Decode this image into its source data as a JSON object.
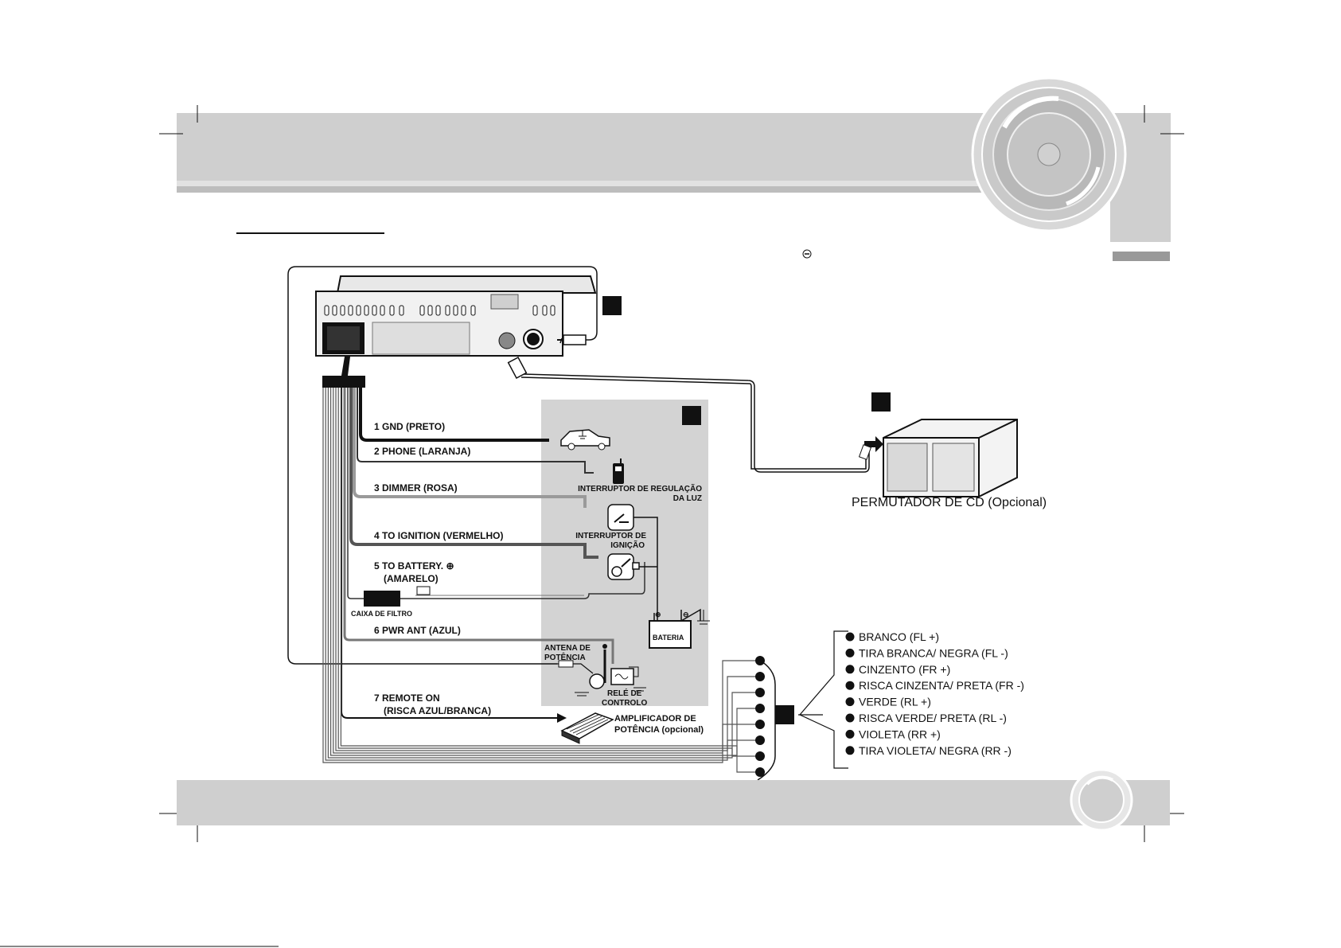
{
  "wires": {
    "w1": "1 GND (PRETO)",
    "w2": "2 PHONE (LARANJA)",
    "w3": "3 DIMMER (ROSA)",
    "w4": "4 TO IGNITION (VERMELHO)",
    "w5a": "5 TO BATTERY. ⊕",
    "w5b": "(AMARELO)",
    "w6": "6 PWR ANT (AZUL)",
    "w7a": "7 REMOTE ON",
    "w7b": "(RISCA AZUL/BRANCA)"
  },
  "components": {
    "filter_box": "CAIXA DE FILTRO",
    "dimmer_a": "INTERRUPTOR DE REGULAÇÃO",
    "dimmer_b": "DA LUZ",
    "ignition_a": "INTERRUPTOR DE",
    "ignition_b": "IGNIÇÃO",
    "battery": "BATERIA",
    "antenna_a": "ANTENA DE",
    "antenna_b": "POTÊNCIA",
    "relay_a": "RELÉ DE",
    "relay_b": "CONTROLO",
    "amp_a": "AMPLIFICADOR DE",
    "amp_b": "POTÊNCIA (opcional)",
    "cd_changer": "PERMUTADOR DE CD (Opcional)"
  },
  "speakers": [
    "BRANCO (FL +)",
    "TIRA BRANCA/ NEGRA (FL -)",
    "CINZENTO (FR +)",
    "RISCA CINZENTA/ PRETA (FR -)",
    "VERDE (RL +)",
    "RISCA VERDE/ PRETA (RL -)",
    "VIOLETA (RR +)",
    "TIRA VIOLETA/ NEGRA (RR -)"
  ],
  "colors": {
    "header_band": "#cfcfcf",
    "panel_gray": "#d3d3d3",
    "ink": "#111111"
  }
}
